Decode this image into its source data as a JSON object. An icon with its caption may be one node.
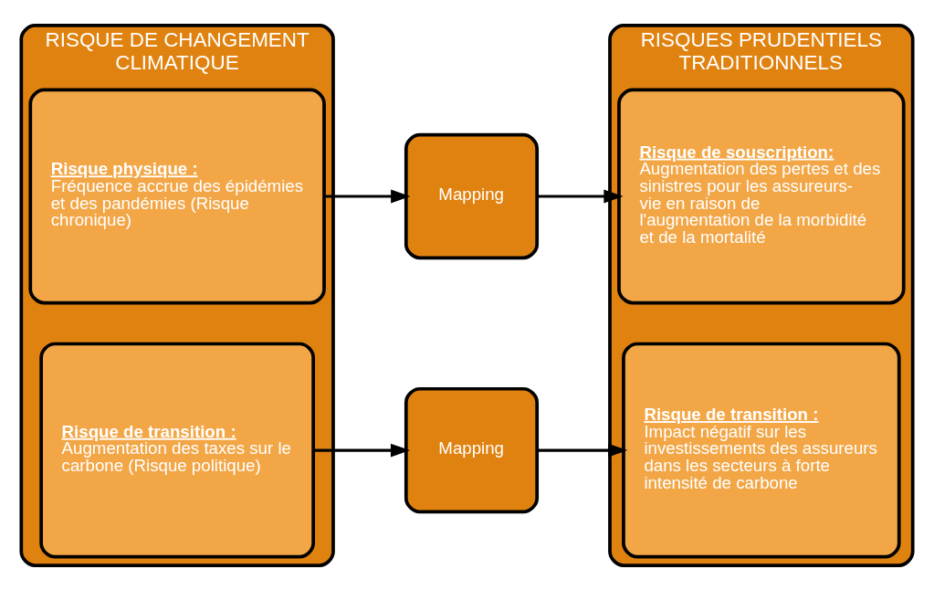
{
  "diagram": {
    "nodes": [
      {
        "text": [
          "RISQUE DE CHANGEMENT CLIMATIQUE"
        ]
      },
      {
        "text": [
          "Risque physique :",
          "Fréquence accrue des épidémies et des pandémies (Risque chronique)"
        ],
        "in": 0
      },
      {
        "text": [
          "Risque de transition :",
          "Augmentation des taxes sur le carbone (Risque politique)"
        ],
        "in": 0
      },
      {
        "text": [
          "Mapping"
        ]
      },
      {
        "text": [
          "Mapping"
        ]
      },
      {
        "text": [
          "RISQUES PRUDENTIELS TRADITIONNELS"
        ]
      },
      {
        "text": [
          "Risque de souscription:",
          "Augmentation des pertes et des sinistres pour les assureurs-vie en raison de l'augmentation de la morbidité et de la mortalité"
        ],
        "in": 5
      },
      {
        "text": [
          "Risque de transition :",
          "Impact négatif sur les investissements des assureurs dans les secteurs à forte intensité de carbone"
        ],
        "in": 5
      }
    ],
    "edges": [
      {
        "from": 1,
        "to": 3,
        "arrow": "to"
      },
      {
        "from": 3,
        "to": 6,
        "arrow": "to"
      },
      {
        "from": 2,
        "to": 4,
        "arrow": "to"
      },
      {
        "from": 4,
        "to": 7,
        "arrow": "to"
      }
    ]
  }
}
